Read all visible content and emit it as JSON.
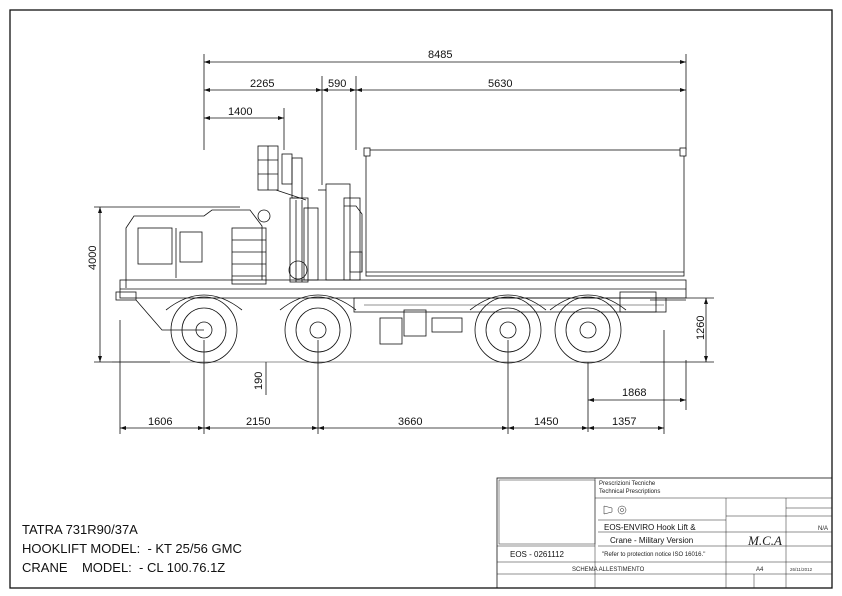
{
  "dimensions": {
    "overall_length": "8485",
    "front_to_crane": "2265",
    "crane_width": "590",
    "body_length": "5630",
    "cab_offset": "1400",
    "height": "4000",
    "frame_height": "1260",
    "clearance": "190",
    "rear_offset": "1868",
    "front_overhang": "1606",
    "wheelbase_1": "2150",
    "wheelbase_2": "3660",
    "wheelbase_3": "1450",
    "rear_overhang": "1357"
  },
  "notes": {
    "line1": "TATRA 731R90/37A",
    "line2": "HOOKLIFT MODEL:  - KT 25/56 GMC",
    "line3": "CRANE    MODEL:  - CL 100.76.1Z"
  },
  "title_block": {
    "prescriptions_it": "Prescrizioni Tecniche",
    "prescriptions_en": "Technical Prescriptions",
    "title_line1": "EOS-ENVIRO Hook Lift &",
    "title_line2": "Crane - Military Version",
    "drawing_number": "EOS - 0261112",
    "signature": "M.C.A",
    "na": "N/A",
    "refer_note": "\"Refer to protection notice ISO 16016.\"",
    "drawing_name": "SCHEMA ALLESTIMENTO",
    "format": "A4",
    "date": "26/11/2012"
  }
}
